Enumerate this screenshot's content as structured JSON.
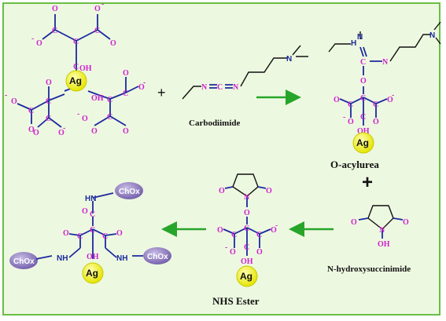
{
  "labels": {
    "carbodiimide": "Carbodiimide",
    "o_acylurea": "O-acylurea",
    "nhs": "N-hydroxysuccinimide",
    "nhs_ester": "NHS Ester"
  },
  "atoms": {
    "ag": "Ag",
    "chox": "ChOx",
    "c": "C",
    "o": "O",
    "o_minus": "O",
    "minus": "-",
    "oh": "OH",
    "n": "N",
    "hn": "HN",
    "nh": "NH",
    "h": "H"
  },
  "symbols": {
    "plus": "+"
  },
  "colors": {
    "frame_border": "#6abe45",
    "frame_fill": "#edf8e0",
    "carbon": "#d01fd0",
    "bond": "#1b2a9e",
    "ag_fill": "#f2f21e",
    "chox_fill": "#9a86c9",
    "arrow": "#27a52a"
  }
}
